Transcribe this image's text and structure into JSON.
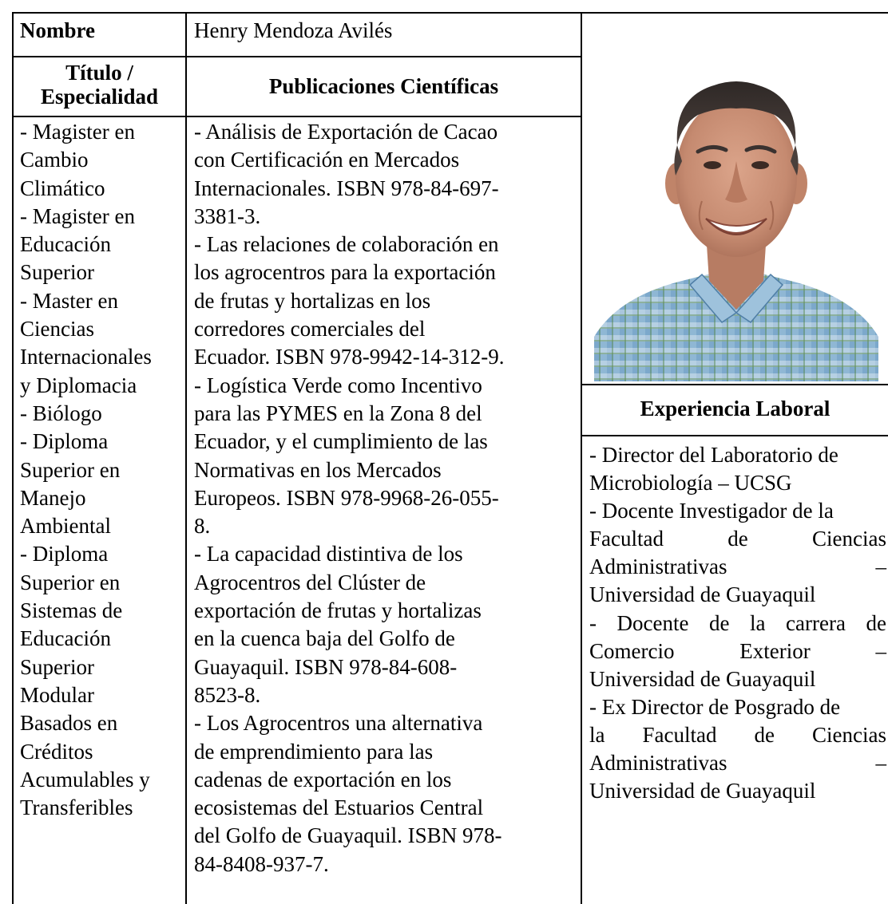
{
  "header": {
    "name_label": "Nombre",
    "name_value": "Henry Mendoza Avilés",
    "title_label_line1": "Título /",
    "title_label_line2": "Especialidad",
    "publications_label": "Publicaciones Científicas",
    "experience_label": "Experiencia Laboral"
  },
  "titles": [
    "- Magister en",
    "Cambio",
    "Climático",
    "- Magister en",
    "Educación",
    "Superior",
    "- Master en",
    "Ciencias",
    "Internacionales",
    "y Diplomacia",
    "- Biólogo",
    "- Diploma",
    "Superior en",
    "Manejo",
    "Ambiental",
    "- Diploma",
    "Superior en",
    "Sistemas de",
    "Educación",
    "Superior",
    "Modular",
    "Basados en",
    "Créditos",
    "Acumulables y",
    "Transferibles"
  ],
  "publications": [
    "- Análisis de Exportación de Cacao",
    "con Certificación en Mercados",
    "Internacionales. ISBN 978-84-697-",
    "3381-3.",
    "- Las relaciones de colaboración en",
    "los agrocentros para la exportación",
    "de frutas y hortalizas en los",
    "corredores comerciales del",
    "Ecuador. ISBN 978-9942-14-312-9.",
    "- Logística Verde como Incentivo",
    "para las PYMES en la Zona 8 del",
    "Ecuador, y el cumplimiento de las",
    "Normativas en los Mercados",
    "Europeos. ISBN 978-9968-26-055-",
    "8.",
    "- La capacidad distintiva de los",
    "Agrocentros del Clúster de",
    "exportación de frutas y hortalizas",
    "en la cuenca baja del Golfo de",
    "Guayaquil. ISBN 978-84-608-",
    "8523-8.",
    "- Los Agrocentros una alternativa",
    "de emprendimiento para las",
    "cadenas de exportación en los",
    "ecosistemas del Estuarios Central",
    "del Golfo de Guayaquil. ISBN 978-",
    "84-8408-937-7."
  ],
  "experience": [
    "- Director del Laboratorio de",
    "Microbiología – UCSG",
    "- Docente Investigador de la",
    "Facultad de Ciencias",
    "Administrativas –",
    "Universidad de Guayaquil",
    "- Docente de la carrera de",
    "Comercio Exterior –",
    "Universidad de Guayaquil",
    "- Ex Director de Posgrado de",
    "la Facultad de Ciencias",
    "Administrativas –",
    "Universidad de Guayaquil"
  ],
  "photo": {
    "subject": "portrait-photo",
    "shirt_color": "#7fa9c9",
    "skin_color": "#c99077",
    "hair_color": "#3a3230"
  }
}
